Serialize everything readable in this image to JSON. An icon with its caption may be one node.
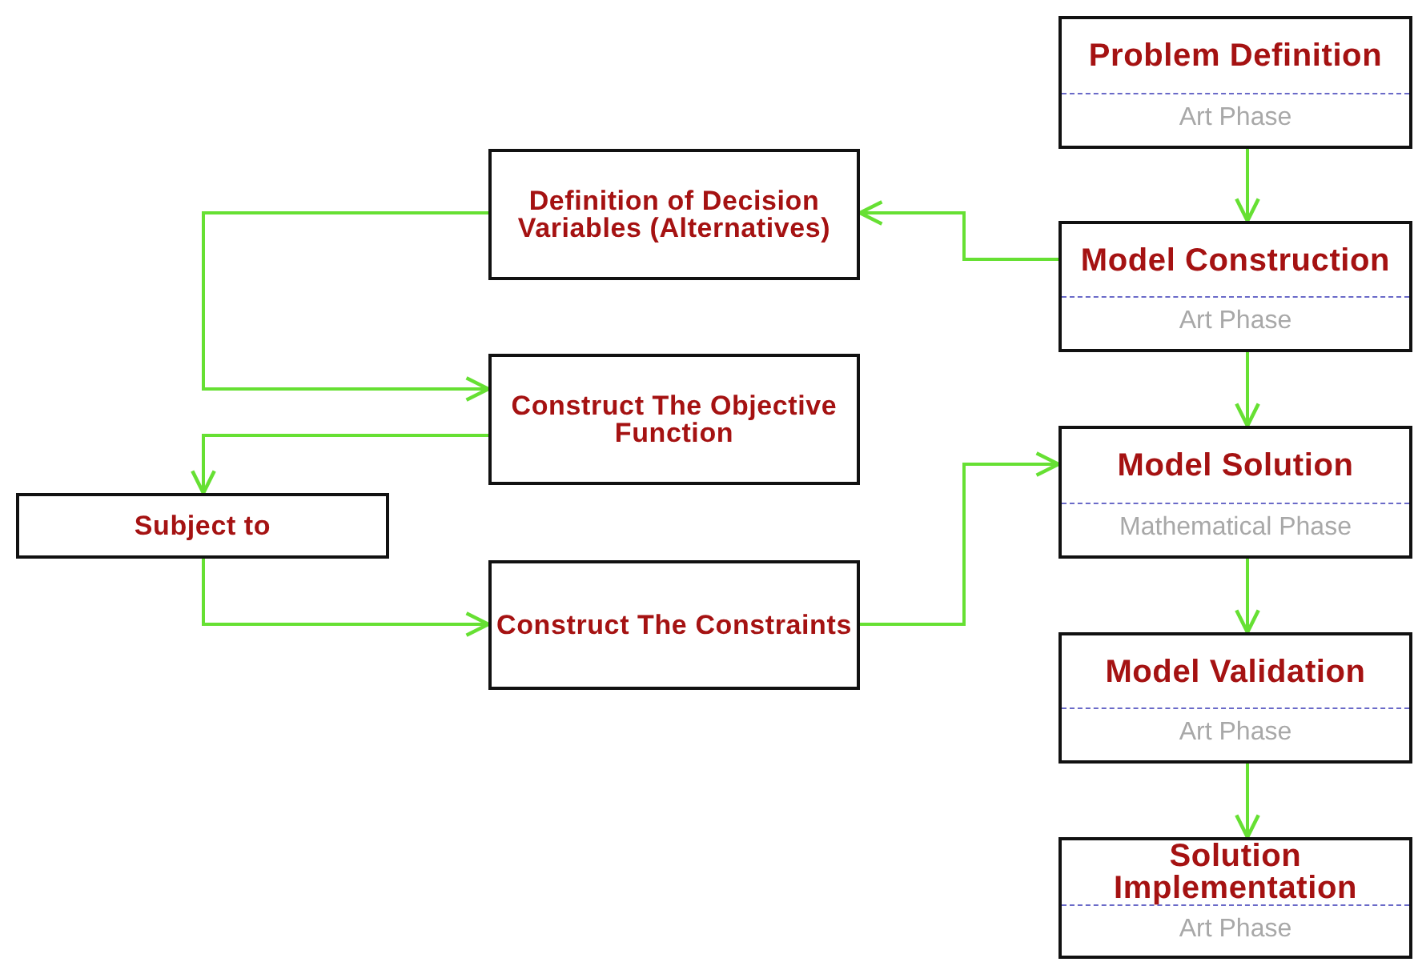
{
  "diagram": {
    "nodes": [
      {
        "text": [
          "Problem Definition",
          "Art Phase"
        ]
      },
      {
        "text": [
          "Definition of Decision Variables (Alternatives)"
        ]
      },
      {
        "text": [
          "Model Construction",
          "Art Phase"
        ]
      },
      {
        "text": [
          "Construct The Objective Function"
        ]
      },
      {
        "text": [
          "Model Solution",
          "Mathematical Phase"
        ]
      },
      {
        "text": [
          "Subject to"
        ]
      },
      {
        "text": [
          "Construct The Constraints"
        ]
      },
      {
        "text": [
          "Model Validation",
          "Art Phase"
        ]
      },
      {
        "text": [
          "Solution Implementation",
          "Art Phase"
        ]
      }
    ],
    "edges": [
      {
        "from": 0,
        "to": 2,
        "arrow": "to"
      },
      {
        "from": 2,
        "to": 1,
        "arrow": "to"
      },
      {
        "from": 1,
        "to": 3,
        "arrow": "to"
      },
      {
        "from": 3,
        "to": 5,
        "arrow": "to"
      },
      {
        "from": 5,
        "to": 6,
        "arrow": "to"
      },
      {
        "from": 6,
        "to": 4,
        "arrow": "to"
      },
      {
        "from": 2,
        "to": 4,
        "arrow": "to"
      },
      {
        "from": 4,
        "to": 7,
        "arrow": "to"
      },
      {
        "from": 7,
        "to": 8,
        "arrow": "to"
      }
    ]
  }
}
